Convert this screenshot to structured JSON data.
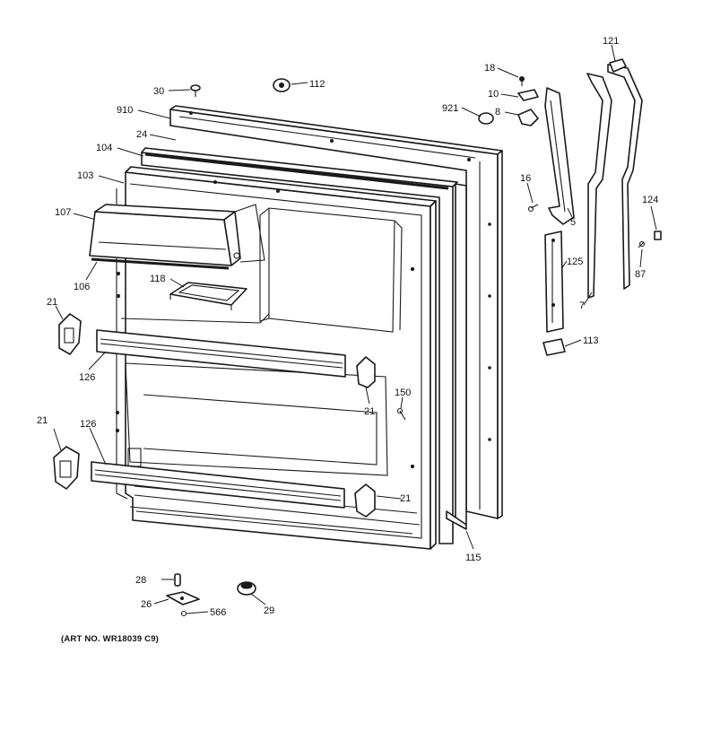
{
  "labels": {
    "l30": "30",
    "l112": "112",
    "l910": "910",
    "l24": "24",
    "l104": "104",
    "l103": "103",
    "l107": "107",
    "l106": "106",
    "l118": "118",
    "l21a": "21",
    "l126a": "126",
    "l21b": "21",
    "l126b": "126",
    "l21c": "21",
    "l21d": "21",
    "l150": "150",
    "l115": "115",
    "l18": "18",
    "l10": "10",
    "l921": "921",
    "l8": "8",
    "l16": "16",
    "l5": "5",
    "l121": "121",
    "l124": "124",
    "l87": "87",
    "l7": "7",
    "l125": "125",
    "l113": "113",
    "l28": "28",
    "l26": "26",
    "l566": "566",
    "l29": "29"
  },
  "art_number": "(ART NO. WR18039 C9)"
}
